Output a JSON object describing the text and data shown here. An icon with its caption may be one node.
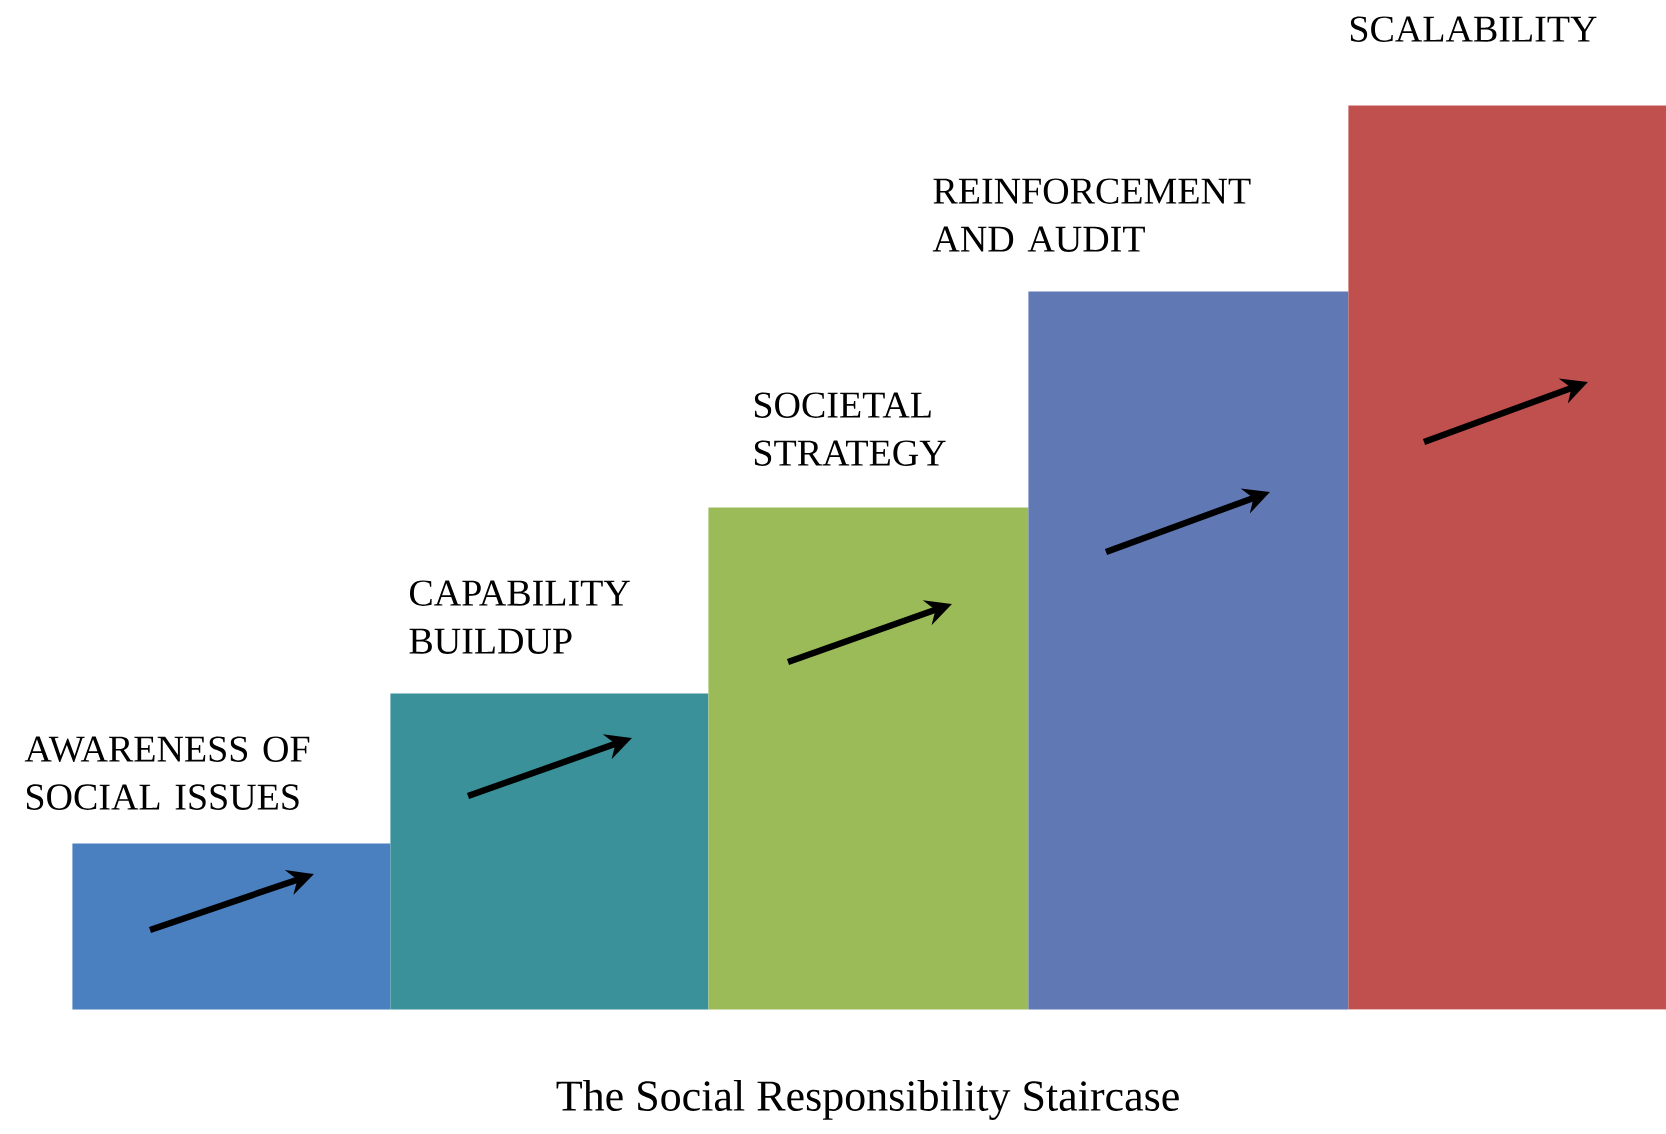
{
  "diagram": {
    "caption": "The Social Responsibility Staircase",
    "nodes": [
      {
        "text": [
          "AWARENESS OF SOCIAL ISSUES"
        ]
      },
      {
        "text": [
          "CAPABILITY BUILDUP"
        ]
      },
      {
        "text": [
          "SOCIETAL STRATEGY"
        ]
      },
      {
        "text": [
          "REINFORCEMENT AND AUDIT"
        ]
      },
      {
        "text": [
          "SCALABILITY"
        ]
      }
    ]
  }
}
